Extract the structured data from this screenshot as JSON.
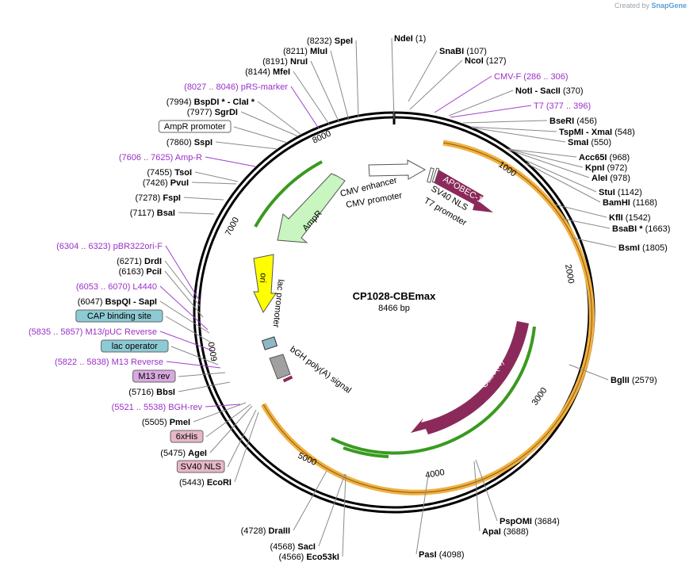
{
  "credit": {
    "prefix": "Created by",
    "brand": "SnapGene"
  },
  "plasmid": {
    "name": "CP1028-CBEmax",
    "size": "8466 bp"
  },
  "ticks": [
    "1000",
    "2000",
    "3000",
    "4000",
    "5000",
    "6000",
    "7000",
    "8000"
  ],
  "labels": [
    {
      "pos": "(1)",
      "name": "NdeI",
      "side": "R"
    },
    {
      "pos": "(107)",
      "name": "SnaBI",
      "side": "L"
    },
    {
      "pos": "(127)",
      "name": "NcoI",
      "side": "L"
    },
    {
      "pos": "",
      "name": "CMV-F (286 .. 306)",
      "side": "L",
      "primer": true
    },
    {
      "pos": "(370)",
      "name": "NotI - SacII",
      "side": "L"
    },
    {
      "pos": "",
      "name": "T7 (377 .. 396)",
      "side": "L",
      "primer": true
    },
    {
      "pos": "(456)",
      "name": "BseRI",
      "side": "L"
    },
    {
      "pos": "(548)",
      "name": "TspMI - XmaI",
      "side": "L"
    },
    {
      "pos": "(550)",
      "name": "SmaI",
      "side": "L"
    },
    {
      "pos": "(968)",
      "name": "Acc65I",
      "side": "L"
    },
    {
      "pos": "(972)",
      "name": "KpnI",
      "side": "L"
    },
    {
      "pos": "(978)",
      "name": "AleI",
      "side": "L"
    },
    {
      "pos": "(1142)",
      "name": "StuI",
      "side": "L"
    },
    {
      "pos": "(1168)",
      "name": "BamHI",
      "side": "L"
    },
    {
      "pos": "(1542)",
      "name": "KflI",
      "side": "L"
    },
    {
      "pos": "(1663)",
      "name": "BsaBI *",
      "side": "L"
    },
    {
      "pos": "(1805)",
      "name": "BsmI",
      "side": "L"
    },
    {
      "pos": "(2579)",
      "name": "BglII",
      "side": "L"
    },
    {
      "pos": "(3684)",
      "name": "PspOMI",
      "side": "L"
    },
    {
      "pos": "(3688)",
      "name": "ApaI",
      "side": "L"
    },
    {
      "pos": "(4098)",
      "name": "PasI",
      "side": "L"
    },
    {
      "pos": "(4566)",
      "name": "Eco53kI",
      "side": "R"
    },
    {
      "pos": "(4568)",
      "name": "SacI",
      "side": "R"
    },
    {
      "pos": "(4728)",
      "name": "DraIII",
      "side": "R"
    },
    {
      "pos": "(5443)",
      "name": "EcoRI",
      "side": "R"
    },
    {
      "pos": "",
      "name": "SV40 NLS",
      "side": "R",
      "box": "pink"
    },
    {
      "pos": "(5475)",
      "name": "AgeI",
      "side": "R"
    },
    {
      "pos": "",
      "name": "6xHis",
      "side": "R",
      "box": "pink"
    },
    {
      "pos": "(5505)",
      "name": "PmeI",
      "side": "R"
    },
    {
      "pos": "",
      "name": "(5521 .. 5538) BGH-rev",
      "side": "R",
      "primer": true
    },
    {
      "pos": "(5716)",
      "name": "BbsI",
      "side": "R"
    },
    {
      "pos": "",
      "name": "M13 rev",
      "side": "R",
      "box": "mauve"
    },
    {
      "pos": "",
      "name": "(5822 .. 5838) M13 Reverse",
      "side": "R",
      "primer": true
    },
    {
      "pos": "",
      "name": "lac operator",
      "side": "R",
      "box": "teal"
    },
    {
      "pos": "",
      "name": "(5835 .. 5857) M13/pUC Reverse",
      "side": "R",
      "primer": true
    },
    {
      "pos": "",
      "name": "CAP binding site",
      "side": "R",
      "box": "teal"
    },
    {
      "pos": "(6047)",
      "name": "BspQI - SapI",
      "side": "R"
    },
    {
      "pos": "",
      "name": "(6053 .. 6070) L4440",
      "side": "R",
      "primer": true
    },
    {
      "pos": "(6163)",
      "name": "PciI",
      "side": "R"
    },
    {
      "pos": "(6271)",
      "name": "DrdI",
      "side": "R"
    },
    {
      "pos": "",
      "name": "(6304 .. 6323) pBR322ori-F",
      "side": "R",
      "primer": true
    },
    {
      "pos": "(7117)",
      "name": "BsaI",
      "side": "R"
    },
    {
      "pos": "(7278)",
      "name": "FspI",
      "side": "R"
    },
    {
      "pos": "(7426)",
      "name": "PvuI",
      "side": "R"
    },
    {
      "pos": "(7455)",
      "name": "TsoI",
      "side": "R"
    },
    {
      "pos": "",
      "name": "(7606 .. 7625) Amp-R",
      "side": "R",
      "primer": true
    },
    {
      "pos": "(7860)",
      "name": "SspI",
      "side": "R"
    },
    {
      "pos": "",
      "name": "AmpR promoter",
      "side": "R",
      "box": "white"
    },
    {
      "pos": "(7977)",
      "name": "SgrDI",
      "side": "R"
    },
    {
      "pos": "(7994)",
      "name": "BspDI * - ClaI *",
      "side": "R"
    },
    {
      "pos": "",
      "name": "(8027 .. 8046) pRS-marker",
      "side": "R",
      "primer": true
    },
    {
      "pos": "(8144)",
      "name": "MfeI",
      "side": "R"
    },
    {
      "pos": "(8191)",
      "name": "NruI",
      "side": "R"
    },
    {
      "pos": "(8211)",
      "name": "MluI",
      "side": "R"
    },
    {
      "pos": "(8232)",
      "name": "SpeI",
      "side": "R"
    }
  ],
  "features": [
    {
      "name": "CMV enhancer",
      "color": "#ffffff"
    },
    {
      "name": "CMV promoter",
      "color": "#ffffff"
    },
    {
      "name": "APOBEC-1",
      "color": "#8b2a5a"
    },
    {
      "name": "SV40 NLS",
      "color": "#8b2a5a"
    },
    {
      "name": "T7 promoter",
      "color": "#ffffff"
    },
    {
      "name": "Cas9(N)",
      "color": "#8b2a5a"
    },
    {
      "name": "AmpR",
      "color": "#c8f5c0"
    },
    {
      "name": "ori",
      "color": "#ffff00"
    },
    {
      "name": "lac promoter",
      "color": "#ffffff"
    },
    {
      "name": "bGH poly(A) signal",
      "color": "#a0a0a0"
    }
  ]
}
